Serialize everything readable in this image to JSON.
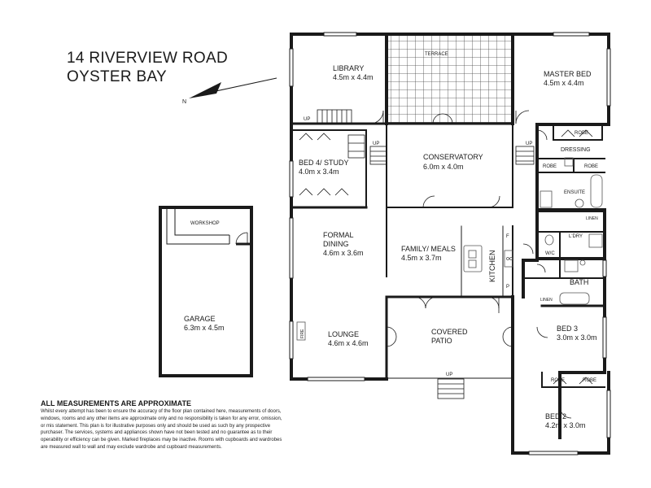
{
  "title": {
    "line1": "14 RIVERVIEW ROAD",
    "line2": "OYSTER BAY"
  },
  "compass": {
    "label": "N"
  },
  "rooms": {
    "library": {
      "name": "LIBRARY",
      "size": "4.5m x 4.4m"
    },
    "terrace": {
      "name": "TERRACE"
    },
    "master_bed": {
      "name": "MASTER BED",
      "size": "4.5m x 4.4m"
    },
    "bed4": {
      "name": "BED 4/ STUDY",
      "size": "4.0m x 3.4m"
    },
    "conservatory": {
      "name": "CONSERVATORY",
      "size": "6.0m x 4.0m"
    },
    "formal_dining": {
      "name1": "FORMAL",
      "name2": "DINING",
      "size": "4.6m x 3.6m"
    },
    "family_meals": {
      "name": "FAMILY/ MEALS",
      "size": "4.5m x 3.7m"
    },
    "kitchen": {
      "name": "KITCHEN"
    },
    "lounge": {
      "name": "LOUNGE",
      "size": "4.6m x 4.6m"
    },
    "covered_patio": {
      "name1": "COVERED",
      "name2": "PATIO"
    },
    "garage": {
      "name": "GARAGE",
      "size": "6.3m x 4.5m"
    },
    "workshop": {
      "name": "WORKSHOP"
    },
    "bed3": {
      "name": "BED 3",
      "size": "3.0m x 3.0m"
    },
    "bed2": {
      "name": "BED 2",
      "size": "4.2m x 3.0m"
    },
    "dressing": {
      "name": "DRESSING"
    },
    "ensuite": {
      "name": "ENSUITE"
    },
    "ldry": {
      "name": "L'DRY"
    },
    "wc": {
      "name": "W/C"
    },
    "bath": {
      "name": "BATH"
    }
  },
  "fixtures": {
    "robe": "ROBE",
    "linen": "LINEN",
    "up": "UP",
    "fire": "FIRE",
    "fridge": "F",
    "pantry": "P"
  },
  "disclaimer": {
    "heading": "ALL MEASUREMENTS ARE APPROXIMATE",
    "body": "Whilst every attempt has been to ensure the accuracy of the floor plan contained here, measurements of doors, windows, rooms and any other items are approximate only and no responsibility is taken for any error, omission, or mis statement. This plan is for illustrative purposes only and should be used as such by any prospective purchaser. The services, systems and appliances shown have not been tested and no guarantee as to their operability or efficiency can be given. Marked fireplaces may be inactive. Rooms with cupboards and wardrobes are measured wall to wall and may exclude wardrobe and cupboard measurements."
  },
  "colors": {
    "wall": "#1a1a1a",
    "fixture": "#555555",
    "background": "#ffffff"
  }
}
